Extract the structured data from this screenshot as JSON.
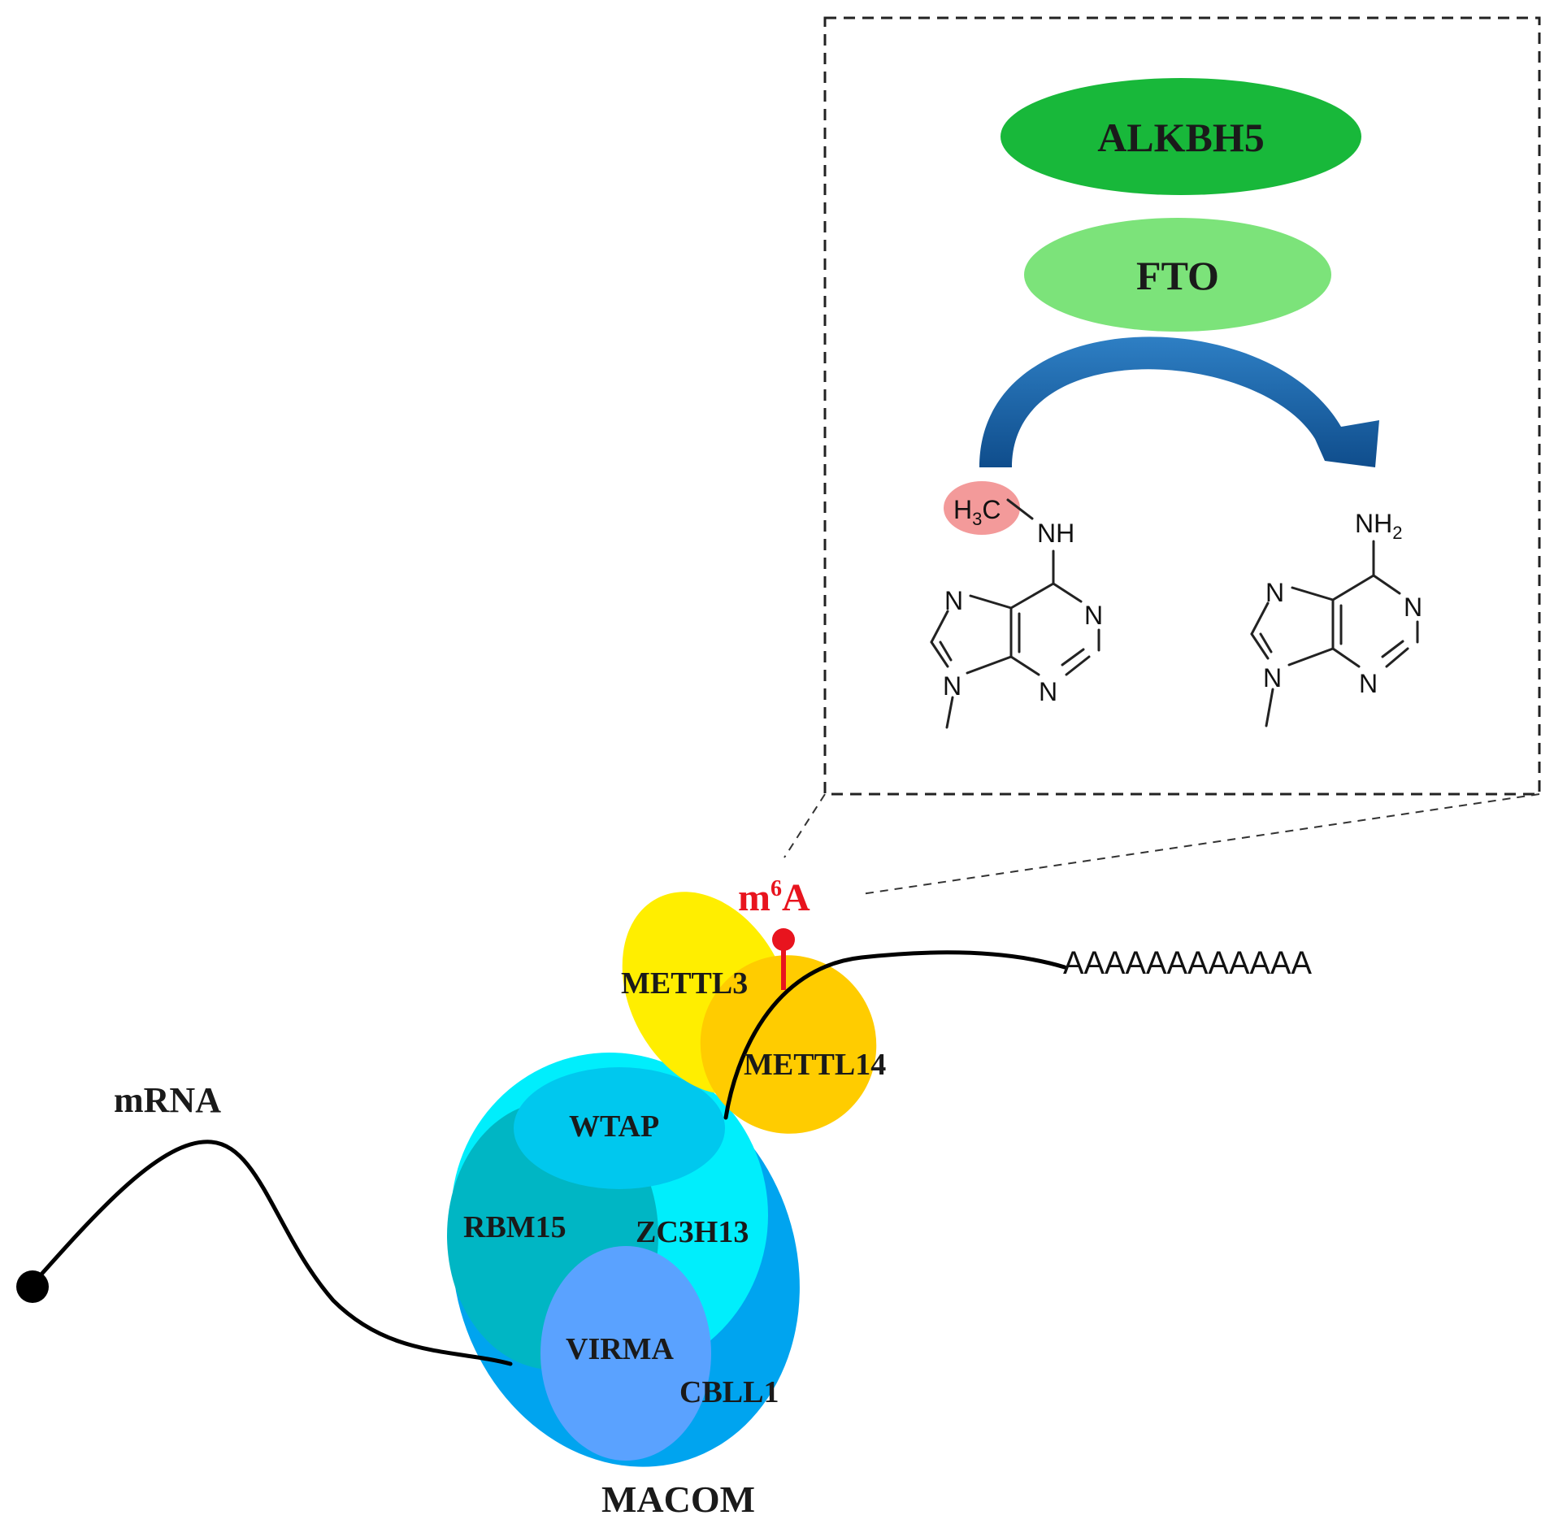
{
  "labels": {
    "mrna": "mRNA",
    "macom": "MACOM",
    "m6a_base": "m",
    "m6a_sup": "6",
    "m6a_tail": "A",
    "poly_a": "AAAAAAAAAAAA"
  },
  "proteins": {
    "alkbh5": "ALKBH5",
    "fto": "FTO",
    "mettl3": "METTL3",
    "mettl14": "METTL14",
    "wtap": "WTAP",
    "rbm15": "RBM15",
    "zc3h13": "ZC3H13",
    "virma": "VIRMA",
    "cbll1": "CBLL1"
  },
  "chemistry": {
    "methyl_h": "H",
    "methyl_sub": "3",
    "methyl_c": "C",
    "nh": "NH",
    "nh2_base": "NH",
    "nh2_sub": "2",
    "n": "N"
  },
  "colors": {
    "alkbh5": "#18b83a",
    "fto": "#7ce37a",
    "mettl3": "#ffee00",
    "mettl14": "#ffcc00",
    "wtap": "#00c8ee",
    "rbm15": "#00b6c4",
    "zc3h13": "#00eefc",
    "virma": "#5aa2ff",
    "cbll1": "#00a4ef",
    "m6a": "#e8141e",
    "arrow": "#1a5a9a",
    "methyl_highlight": "#f39a9a"
  }
}
